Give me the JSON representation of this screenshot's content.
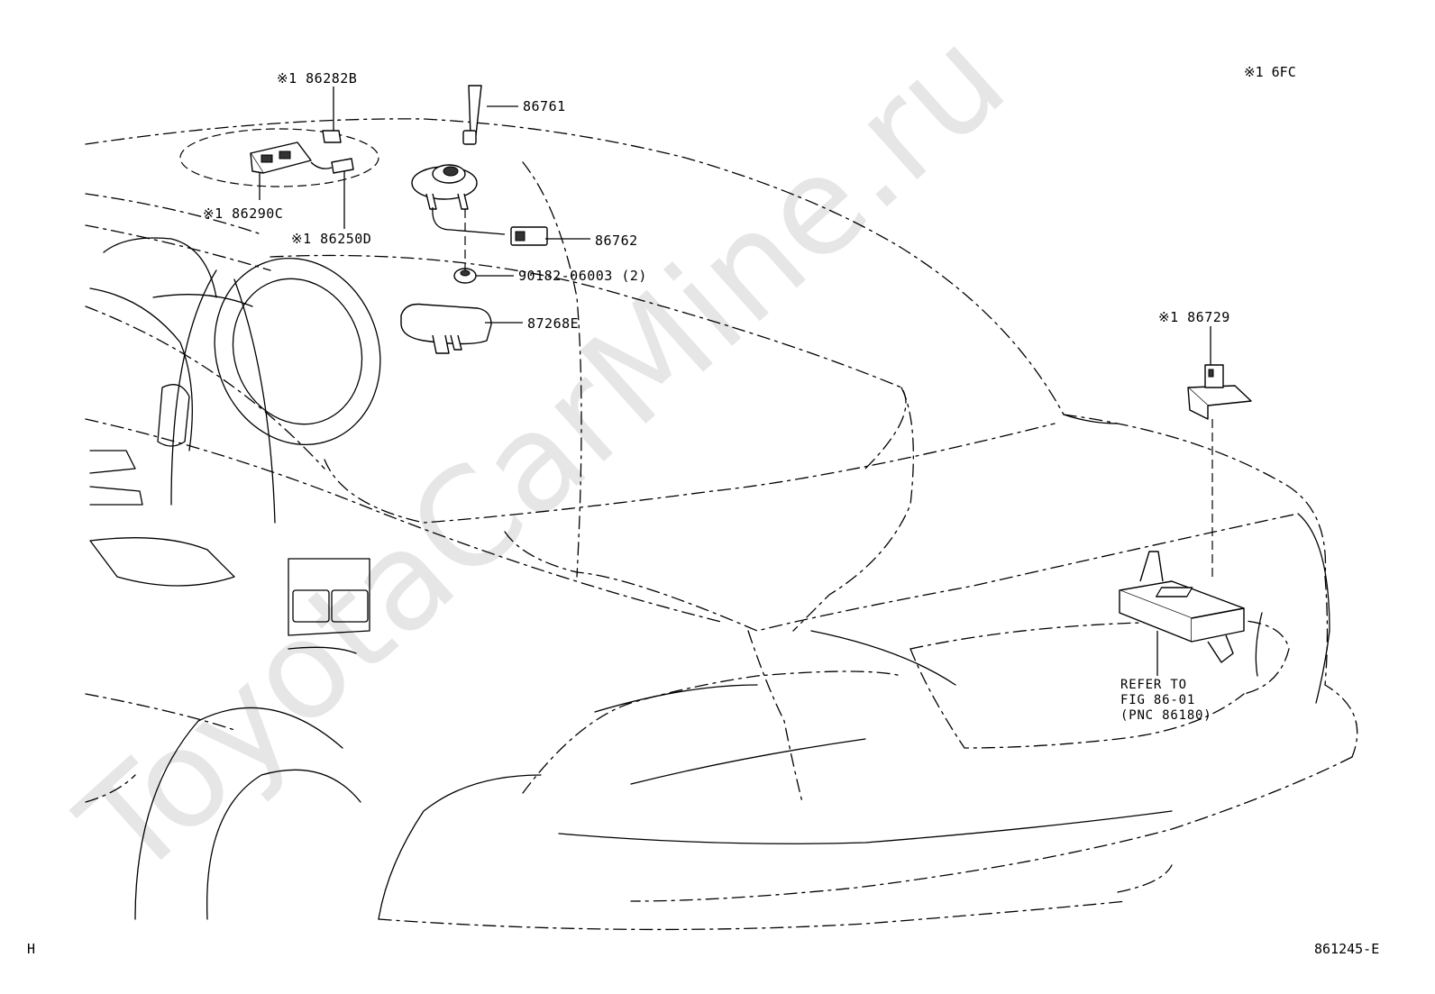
{
  "watermark": "ToyotaCarMine.ru",
  "corner": {
    "top_right_note": "※1 6FC",
    "bottom_left_code": "H",
    "bottom_right_figure_id": "861245-E"
  },
  "callouts": {
    "c86282B": "※1 86282B",
    "c86290C": "※1 86290C",
    "c86250D": "※1 86250D",
    "c86761": "86761",
    "c86762": "86762",
    "c90182": "90182-06003 (2)",
    "c87268E": "87268E",
    "c86729": "※1 86729"
  },
  "reference_note": {
    "line1": "REFER TO",
    "line2": "FIG 86-01",
    "line3": "(PNC 86180)"
  },
  "icons": [
    "antenna-mast-icon",
    "antenna-base-icon",
    "connector-icon",
    "nut-icon",
    "amplifier-module-icon",
    "bracket-icon",
    "navigation-ecu-icon",
    "roof-unit-icon"
  ]
}
